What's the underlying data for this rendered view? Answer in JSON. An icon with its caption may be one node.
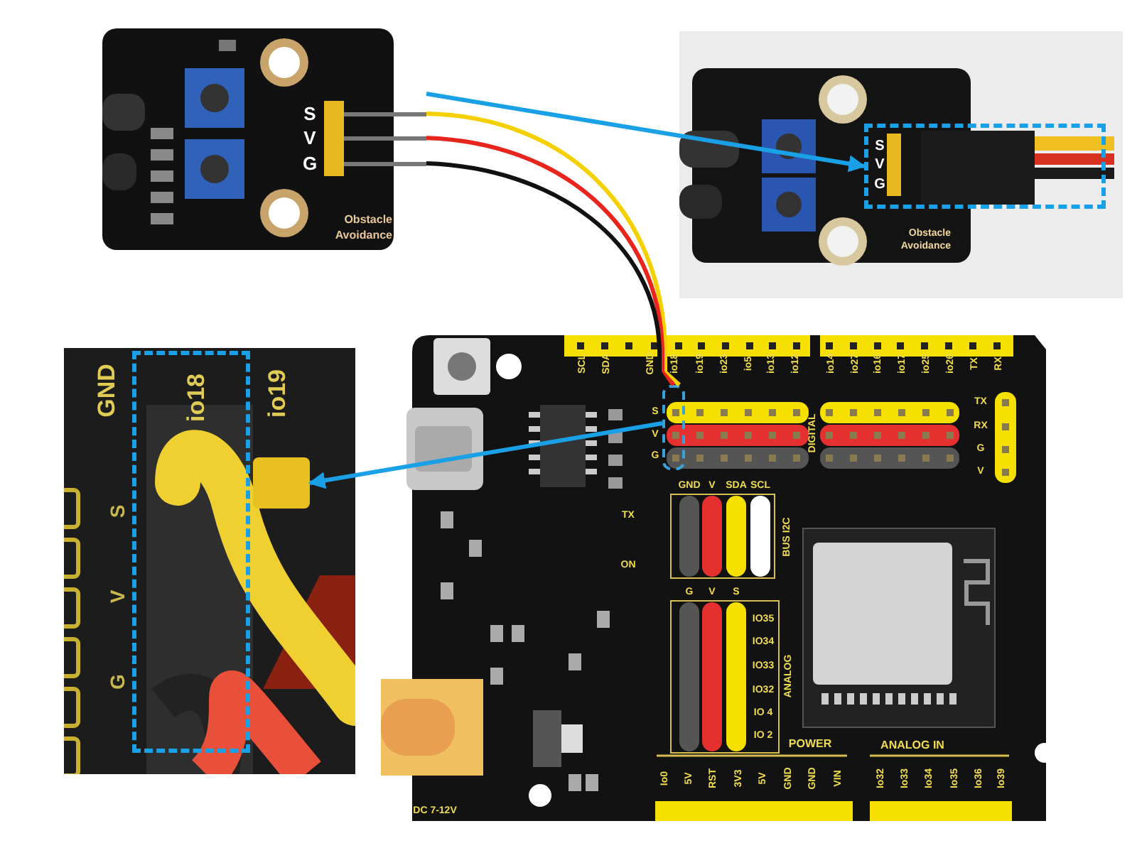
{
  "diagram": {
    "nodes": [
      {
        "text": [
          "S",
          "V",
          "G",
          "Obstacle Avoidance"
        ]
      },
      {
        "text": [
          "Obstacle Avoidance"
        ]
      },
      {
        "text": [
          "S",
          "V",
          "G"
        ],
        "in": 1
      },
      {
        "text": [],
        "shape": "picture"
      },
      {
        "text": [],
        "shape": "box",
        "in": 3
      },
      {
        "text": [
          "GND",
          "io19",
          "S",
          "V",
          "G"
        ]
      },
      {
        "text": [
          "io18"
        ],
        "in": 5
      },
      {
        "text": [],
        "shape": "box",
        "in": 5
      }
    ],
    "edges": [
      {
        "from": 0,
        "to": 2,
        "arrow": "to",
        "color": "#1aa0e6"
      },
      {
        "from": 0,
        "to": 4,
        "arrow": "none",
        "color": "#f5d000"
      },
      {
        "from": 0,
        "to": 4,
        "arrow": "none",
        "color": "#e8251d"
      },
      {
        "from": 0,
        "to": 4,
        "arrow": "none",
        "color": "#111111"
      },
      {
        "from": 4,
        "to": 7,
        "arrow": "to",
        "color": "#1aa0e6"
      }
    ],
    "labels": [
      "SCL",
      "SDA",
      "GND",
      "io18",
      "io19",
      "io23",
      "io5",
      "io13",
      "io12",
      "io14",
      "io27",
      "io16",
      "io17",
      "io25",
      "io26",
      "TX",
      "RX",
      "S",
      "TX",
      "V",
      "RX",
      "DIGITAL",
      "G",
      "G",
      "V",
      "TX",
      "GND",
      "V",
      "SDA",
      "SCL",
      "BUS I2C",
      "ON",
      "G",
      "V",
      "S",
      "IO35",
      "IO34",
      "IO33",
      "IO32",
      "IO 4",
      "IO 2",
      "ANALOG",
      "POWER",
      "ANALOG IN",
      "Io0",
      "5V",
      "RST",
      "3V3",
      "5V",
      "GND",
      "GND",
      "VIN",
      "Io32",
      "Io33",
      "Io34",
      "Io35",
      "Io36",
      "Io39",
      "DC 7-12V"
    ]
  }
}
